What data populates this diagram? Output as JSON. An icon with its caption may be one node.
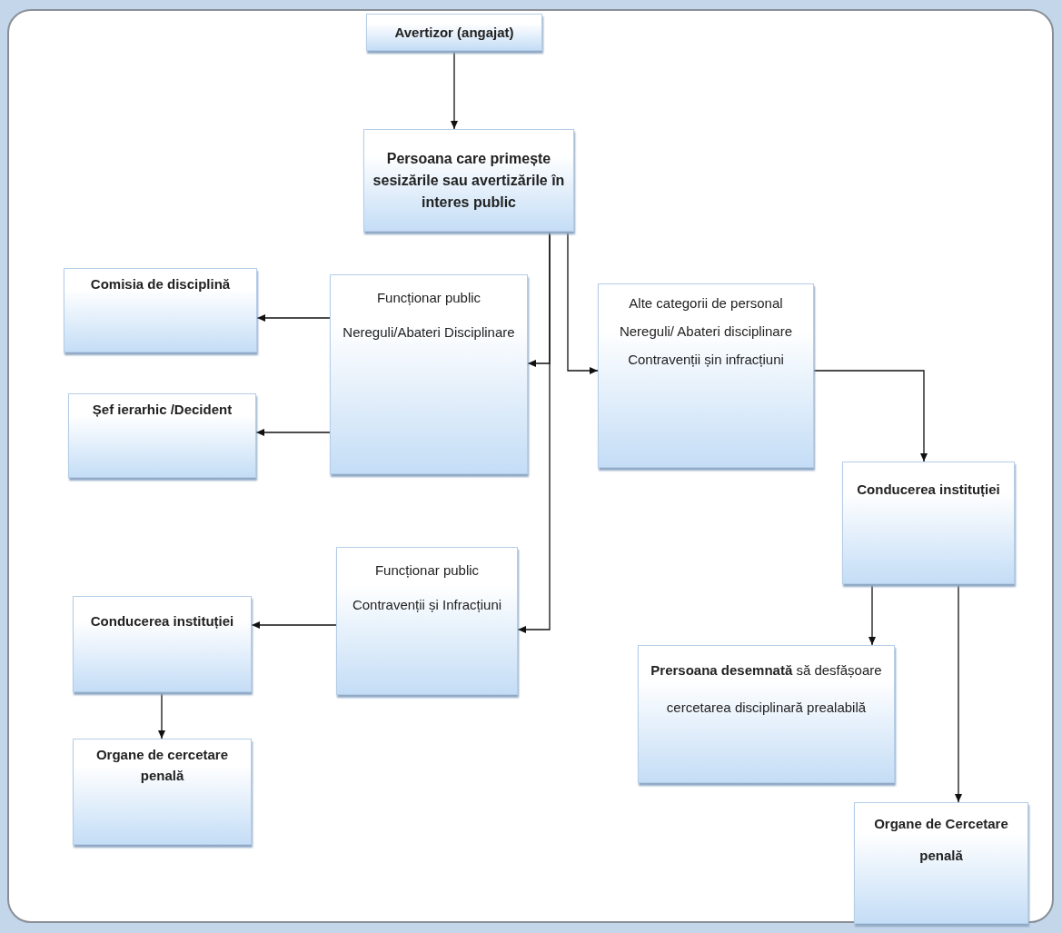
{
  "diagram": {
    "nodes": [
      {
        "text": [
          "Avertizor (angajat)"
        ]
      },
      {
        "text": [
          "Persoana care primește sesizările sau avertizările în interes public"
        ]
      },
      {
        "text": [
          "Comisia de disciplină"
        ]
      },
      {
        "text": [
          "Funcționar public Nereguli/Abateri Disciplinare"
        ]
      },
      {
        "text": [
          "Șef ierarhic /Decident"
        ]
      },
      {
        "text": [
          "Alte categorii de personal Nereguli/ Abateri disciplinare Contravenții șin infracțiuni"
        ]
      },
      {
        "text": [
          "Conducerea instituției"
        ]
      },
      {
        "text": [
          "Funcționar public Contravenții și Infracțiuni"
        ]
      },
      {
        "text": [
          "Conducerea instituției"
        ]
      },
      {
        "text": [
          "**Prersoana desemnată** să desfășoare cercetarea disciplinară prealabilă"
        ]
      },
      {
        "text": [
          "Organe de cercetare penală"
        ]
      },
      {
        "text": [
          "Organe de Cercetare penală"
        ]
      }
    ],
    "edges": [
      {
        "from": 0,
        "to": 1,
        "arrow": "to"
      },
      {
        "from": 1,
        "to": 3,
        "arrow": "to"
      },
      {
        "from": 1,
        "to": 7,
        "arrow": "to"
      },
      {
        "from": 1,
        "to": 5,
        "arrow": "to"
      },
      {
        "from": 3,
        "to": 2,
        "arrow": "to"
      },
      {
        "from": 3,
        "to": 4,
        "arrow": "to"
      },
      {
        "from": 5,
        "to": 6,
        "arrow": "to"
      },
      {
        "from": 7,
        "to": 8,
        "arrow": "to"
      },
      {
        "from": 8,
        "to": 10,
        "arrow": "to"
      },
      {
        "from": 6,
        "to": 9,
        "arrow": "to"
      },
      {
        "from": 6,
        "to": 11,
        "arrow": "to"
      }
    ]
  }
}
